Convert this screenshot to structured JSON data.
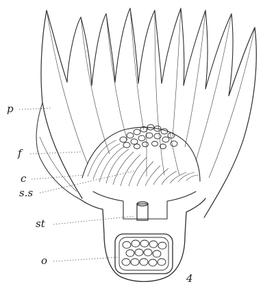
{
  "figure": {
    "labels": [
      {
        "key": "p",
        "text": "p"
      },
      {
        "key": "f",
        "text": "f"
      },
      {
        "key": "c",
        "text": "c"
      },
      {
        "key": "ss",
        "text": "s.s"
      },
      {
        "key": "st",
        "text": "st"
      },
      {
        "key": "o",
        "text": "o"
      },
      {
        "key": "fig_number",
        "text": "4"
      }
    ]
  }
}
